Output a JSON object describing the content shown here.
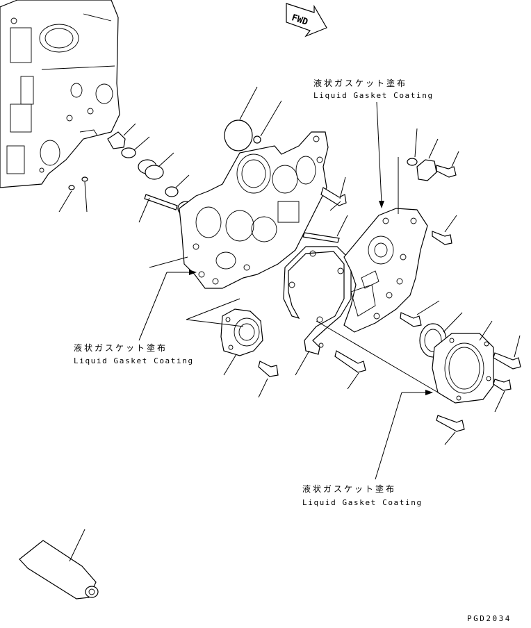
{
  "direction_badge": "FWD",
  "annotations": {
    "callout_top": {
      "jp": "液状ガスケット塗布",
      "en": "Liquid Gasket Coating"
    },
    "callout_left": {
      "jp": "液状ガスケット塗布",
      "en": "Liquid Gasket Coating"
    },
    "callout_bottom": {
      "jp": "液状ガスケット塗布",
      "en": "Liquid Gasket Coating"
    }
  },
  "drawing_code": "PGD2034"
}
